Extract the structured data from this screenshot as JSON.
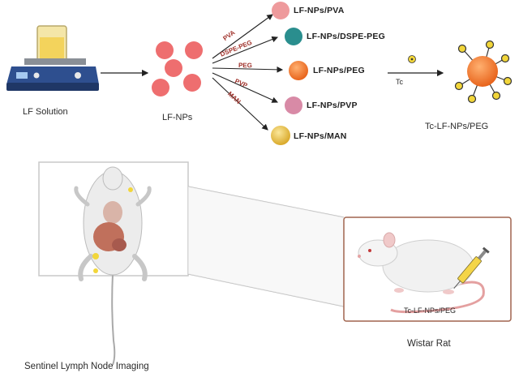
{
  "top": {
    "solution_label": "LF Solution",
    "nps_label": "LF-NPs",
    "radiolabel_text": "Tc",
    "final_label": "Tc-LF-NPs/PEG"
  },
  "coatings": [
    {
      "arrow_label": "PVA",
      "product_label": "LF-NPs/PVA",
      "color": "#ee9a9c"
    },
    {
      "arrow_label": "DSPE-PEG",
      "product_label": "LF-NPs/DSPE-PEG",
      "color": "#2a8e8e"
    },
    {
      "arrow_label": "PEG",
      "product_label": "LF-NPs/PEG",
      "color": "#f0782e"
    },
    {
      "arrow_label": "PVP",
      "product_label": "LF-NPs/PVP",
      "color": "#d88aa6"
    },
    {
      "arrow_label": "MAN",
      "product_label": "LF-NPs/MAN",
      "color": "#e7c43a"
    }
  ],
  "bottom": {
    "rat_label": "Tc-LF-NPs/PEG",
    "left_caption": "Sentinel Lymph Node Imaging",
    "right_caption": "Wistar Rat"
  }
}
